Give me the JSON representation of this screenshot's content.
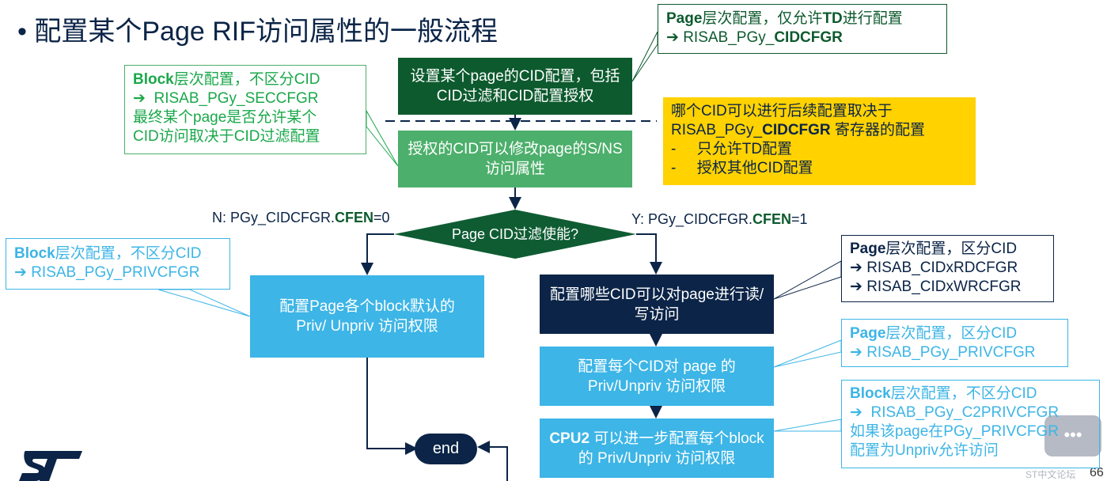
{
  "title": "配置某个Page RIF访问属性的一般流程",
  "colors": {
    "dark_green": "#0d5a2e",
    "light_green": "#4caf6b",
    "navy": "#0b2447",
    "light_blue": "#3db5e6",
    "yellow": "#ffd200",
    "callout_green": "#1aa84a"
  },
  "callouts": {
    "td": {
      "bold": "Page",
      "text": "层次配置，仅允许",
      "bold2": "TD",
      "text2": "进行配置",
      "reg_prefix": "➔ RISAB_PGy_",
      "reg_bold": "CIDCFGR"
    },
    "secc": {
      "bold": "Block",
      "text": "层次配置，不区分CID",
      "line2": "➔  RISAB_PGy_SECCFGR",
      "line3": "最终某个page是否允许某个",
      "line4": "CID访问取决于CID过滤配置"
    },
    "yellow": {
      "line1": "哪个CID可以进行后续配置取决于",
      "line2_prefix": "RISAB_PGy_",
      "line2_bold": "CIDCFGR",
      "line2_suffix": " 寄存器的配置",
      "line3": "-     只允许TD配置",
      "line4": "-     授权其他CID配置"
    },
    "priv_left": {
      "bold": "Block",
      "text": "层次配置，不区分CID",
      "line2": "➔ RISAB_PGy_PRIVCFGR"
    },
    "cidx": {
      "bold": "Page",
      "text": "层次配置，区分CID",
      "line2": "➔ RISAB_CIDxRDCFGR",
      "line3": "➔ RISAB_CIDxWRCFGR"
    },
    "priv_page": {
      "bold": "Page",
      "text": "层次配置，区分CID",
      "line2": "➔ RISAB_PGy_PRIVCFGR"
    },
    "c2priv": {
      "bold": "Block",
      "text": "层次配置，不区分CID",
      "line2": "➔  RISAB_PGy_C2PRIVCFGR",
      "line3": "如果该page在PGy_PRIVCFGR",
      "line4": "配置为Unpriv允许访问"
    }
  },
  "flow": {
    "box1": "设置某个page的CID配置，包括CID过滤和CID配置授权",
    "box2": "授权的CID可以修改page的S/NS访问属性",
    "decision": "Page CID过滤使能?",
    "no_label_prefix": "N: PGy_CIDCFGR.",
    "no_label_bold": "CFEN",
    "no_label_suffix": "=0",
    "yes_label_prefix": "Y: PGy_CIDCFGR.",
    "yes_label_bold": "CFEN",
    "yes_label_suffix": "=1",
    "left_box": "配置Page各个block默认的Priv/ Unpriv 访问权限",
    "rw_box": "配置哪些CID可以对page进行读/写访问",
    "priv_box": "配置每个CID对 page 的Priv/Unpriv 访问权限",
    "cpu2_bold": "CPU2",
    "cpu2_text": " 可以进一步配置每个block的 Priv/Unpriv 访问权限",
    "end": "end"
  },
  "footer": {
    "page_number": "66",
    "watermark": "ST中文论坛",
    "logo": "ST"
  }
}
